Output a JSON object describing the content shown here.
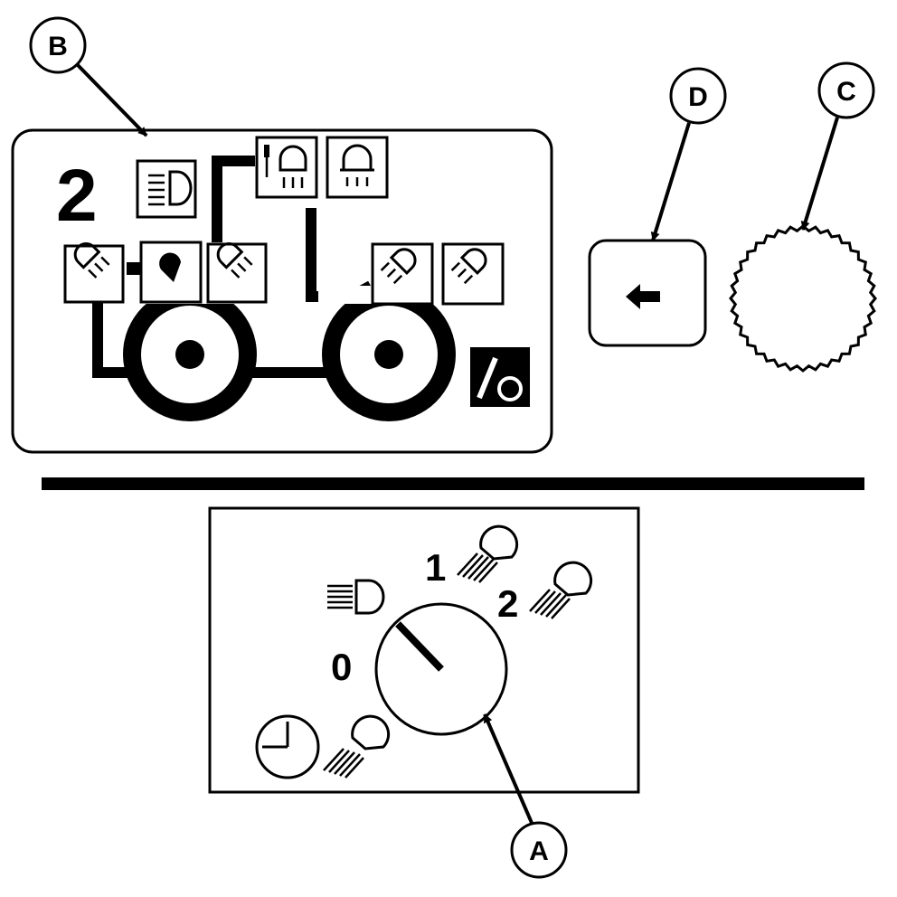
{
  "callouts": {
    "a": "A",
    "b": "B",
    "c": "C",
    "d": "D"
  },
  "panel_b": {
    "range_indicator": "2"
  },
  "panel_a": {
    "position_0": "0",
    "position_1": "1",
    "position_2": "2"
  },
  "colors": {
    "ink": "#000000",
    "paper": "#ffffff"
  }
}
